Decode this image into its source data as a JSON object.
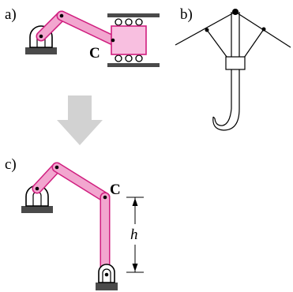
{
  "panels": {
    "a": {
      "label": "a)",
      "point_label": "C"
    },
    "b": {
      "label": "b)"
    },
    "c": {
      "label": "c)",
      "point_label": "C",
      "dimension_label": "h"
    }
  },
  "colors": {
    "link_fill": "#f2a6cf",
    "link_stroke": "#d01e7f",
    "block_fill": "#f8bfe0",
    "ground": "#4a4a4a",
    "arrow": "#d2d2d2",
    "line": "#000000"
  }
}
